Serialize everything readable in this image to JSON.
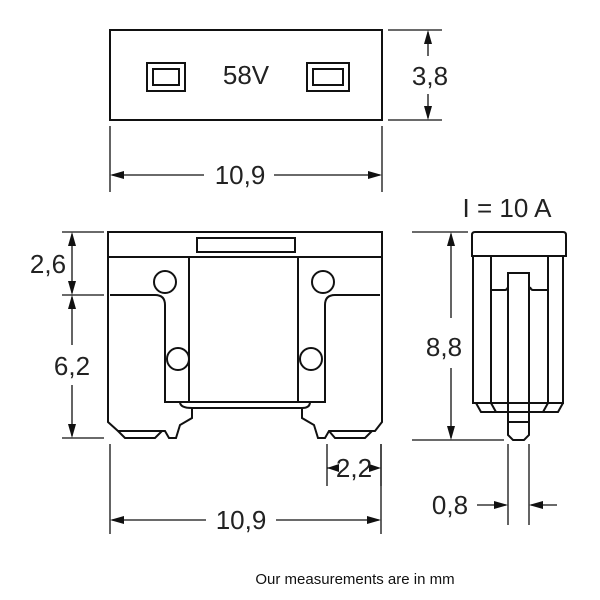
{
  "top_view": {
    "label": "58V",
    "height_dim": "3,8",
    "width_dim": "10,9"
  },
  "front_view": {
    "top_dim": "2,6",
    "body_dim": "6,2",
    "foot_dim": "2,2",
    "width_dim": "10,9"
  },
  "side_view": {
    "rating": "I = 10 A",
    "height_dim": "8,8",
    "pin_dim": "0,8"
  },
  "caption": "Our measurements are in mm"
}
